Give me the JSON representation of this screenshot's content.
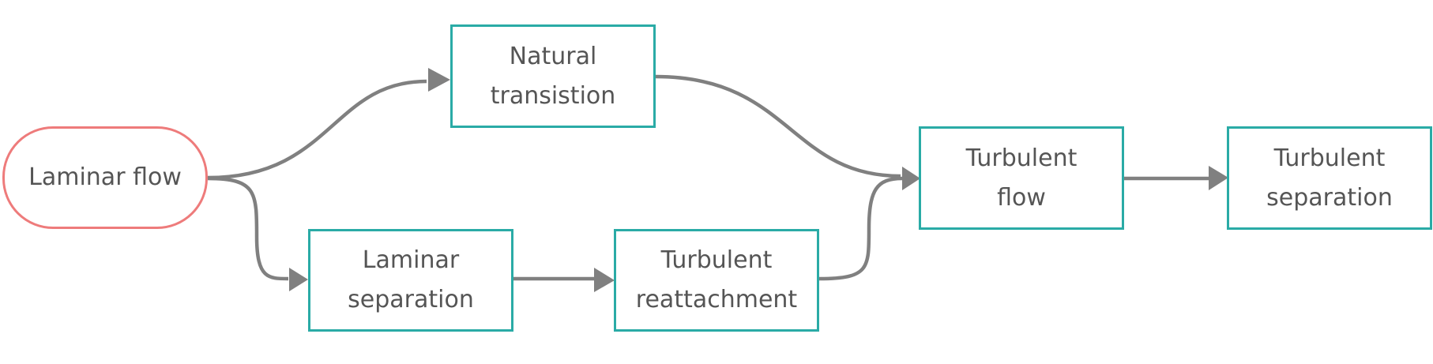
{
  "diagram": {
    "colors": {
      "start_border": "#ee7b7b",
      "process_border": "#2aaba6",
      "edge": "#808080",
      "text": "#555555"
    },
    "nodes": {
      "laminar_flow": {
        "lines": [
          "Laminar flow"
        ]
      },
      "natural_transition": {
        "lines": [
          "Natural",
          "transistion"
        ]
      },
      "laminar_separation": {
        "lines": [
          "Laminar",
          "separation"
        ]
      },
      "turbulent_reattachment": {
        "lines": [
          "Turbulent",
          "reattachment"
        ]
      },
      "turbulent_flow": {
        "lines": [
          "Turbulent",
          "flow"
        ]
      },
      "turbulent_separation": {
        "lines": [
          "Turbulent",
          "separation"
        ]
      }
    },
    "edges": [
      {
        "from": "laminar_flow",
        "to": "natural_transition"
      },
      {
        "from": "laminar_flow",
        "to": "laminar_separation"
      },
      {
        "from": "natural_transition",
        "to": "turbulent_flow"
      },
      {
        "from": "laminar_separation",
        "to": "turbulent_reattachment"
      },
      {
        "from": "turbulent_reattachment",
        "to": "turbulent_flow"
      },
      {
        "from": "turbulent_flow",
        "to": "turbulent_separation"
      }
    ]
  }
}
